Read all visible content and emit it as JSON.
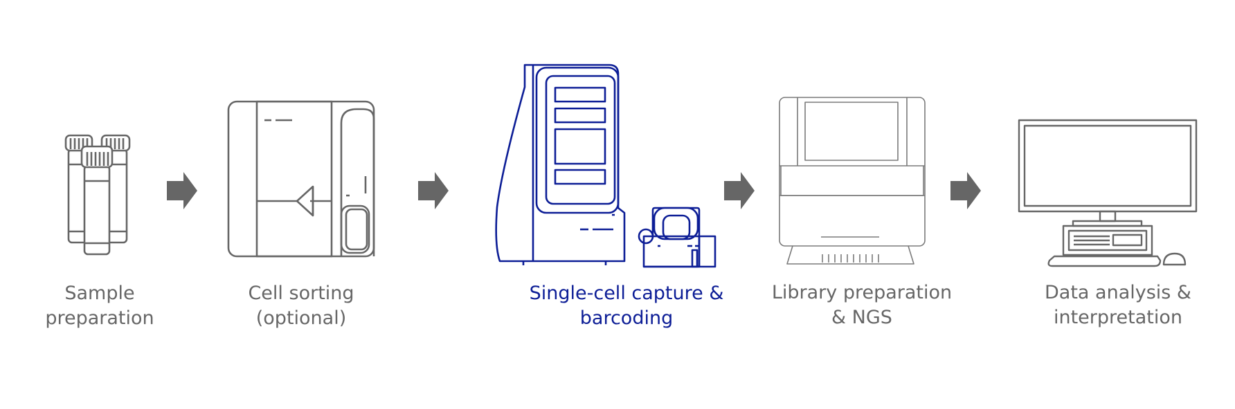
{
  "colors": {
    "gray": "#666666",
    "light_gray": "#7a7a7a",
    "blue": "#0c1d96",
    "background": "#ffffff"
  },
  "steps": [
    {
      "icon": "sample-tubes-icon",
      "line1": "Sample",
      "line2": "preparation",
      "highlight": false
    },
    {
      "icon": "cell-sorter-icon",
      "line1": "Cell sorting",
      "line2": "(optional)",
      "highlight": false
    },
    {
      "icon": "single-cell-instrument-icon",
      "line1": "Single-cell capture &",
      "line2": "barcoding",
      "highlight": true
    },
    {
      "icon": "sequencer-icon",
      "line1": "Library preparation",
      "line2": "& NGS",
      "highlight": false
    },
    {
      "icon": "computer-icon",
      "line1": "Data analysis &",
      "line2": "interpretation",
      "highlight": false
    }
  ],
  "arrows": [
    "arrow-right-icon",
    "arrow-right-icon",
    "arrow-right-icon",
    "arrow-right-icon"
  ]
}
